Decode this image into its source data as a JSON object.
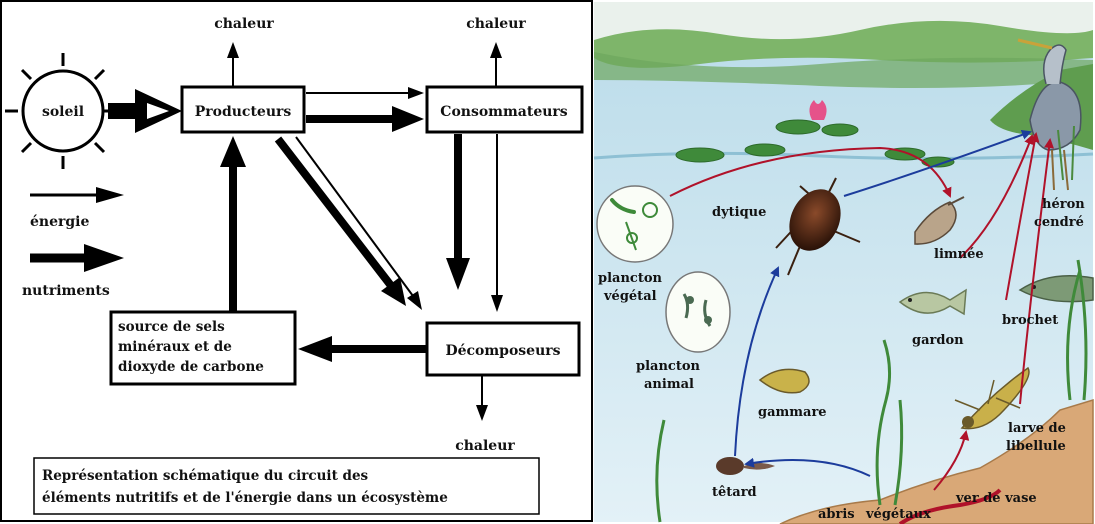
{
  "left_panel": {
    "sun_label": "soleil",
    "producers": "Producteurs",
    "consumers": "Consommateurs",
    "decomposers": "Décomposeurs",
    "source_line1": "source de sels",
    "source_line2": "minéraux et de",
    "source_line3": "dioxyde de carbone",
    "heat_producers": "chaleur",
    "heat_consumers": "chaleur",
    "heat_decomposers": "chaleur",
    "legend_energy": "énergie",
    "legend_nutrients": "nutriments",
    "caption_line1": "Représentation schématique du circuit des",
    "caption_line2": "éléments nutritifs et de l'énergie dans un écosystème"
  },
  "right_panel": {
    "labels": {
      "dytique": "dytique",
      "limnee": "limnée",
      "heron1": "héron",
      "heron2": "cendré",
      "plancton_vegetal1": "plancton",
      "plancton_vegetal2": "végétal",
      "plancton_animal1": "plancton",
      "plancton_animal2": "animal",
      "gardon": "gardon",
      "brochet": "brochet",
      "gammare": "gammare",
      "larve1": "larve de",
      "larve2": "libellule",
      "tetard": "têtard",
      "ver": "ver de vase",
      "abris": "abris",
      "vegetaux": "végétaux"
    }
  },
  "colors": {
    "sky": "#dbe9ef",
    "water": "#cfe6f2",
    "shore_green": "#5fa35a",
    "mud": "#d9a877",
    "arrow_blue": "#1c3c9c",
    "arrow_red": "#b0122a"
  }
}
